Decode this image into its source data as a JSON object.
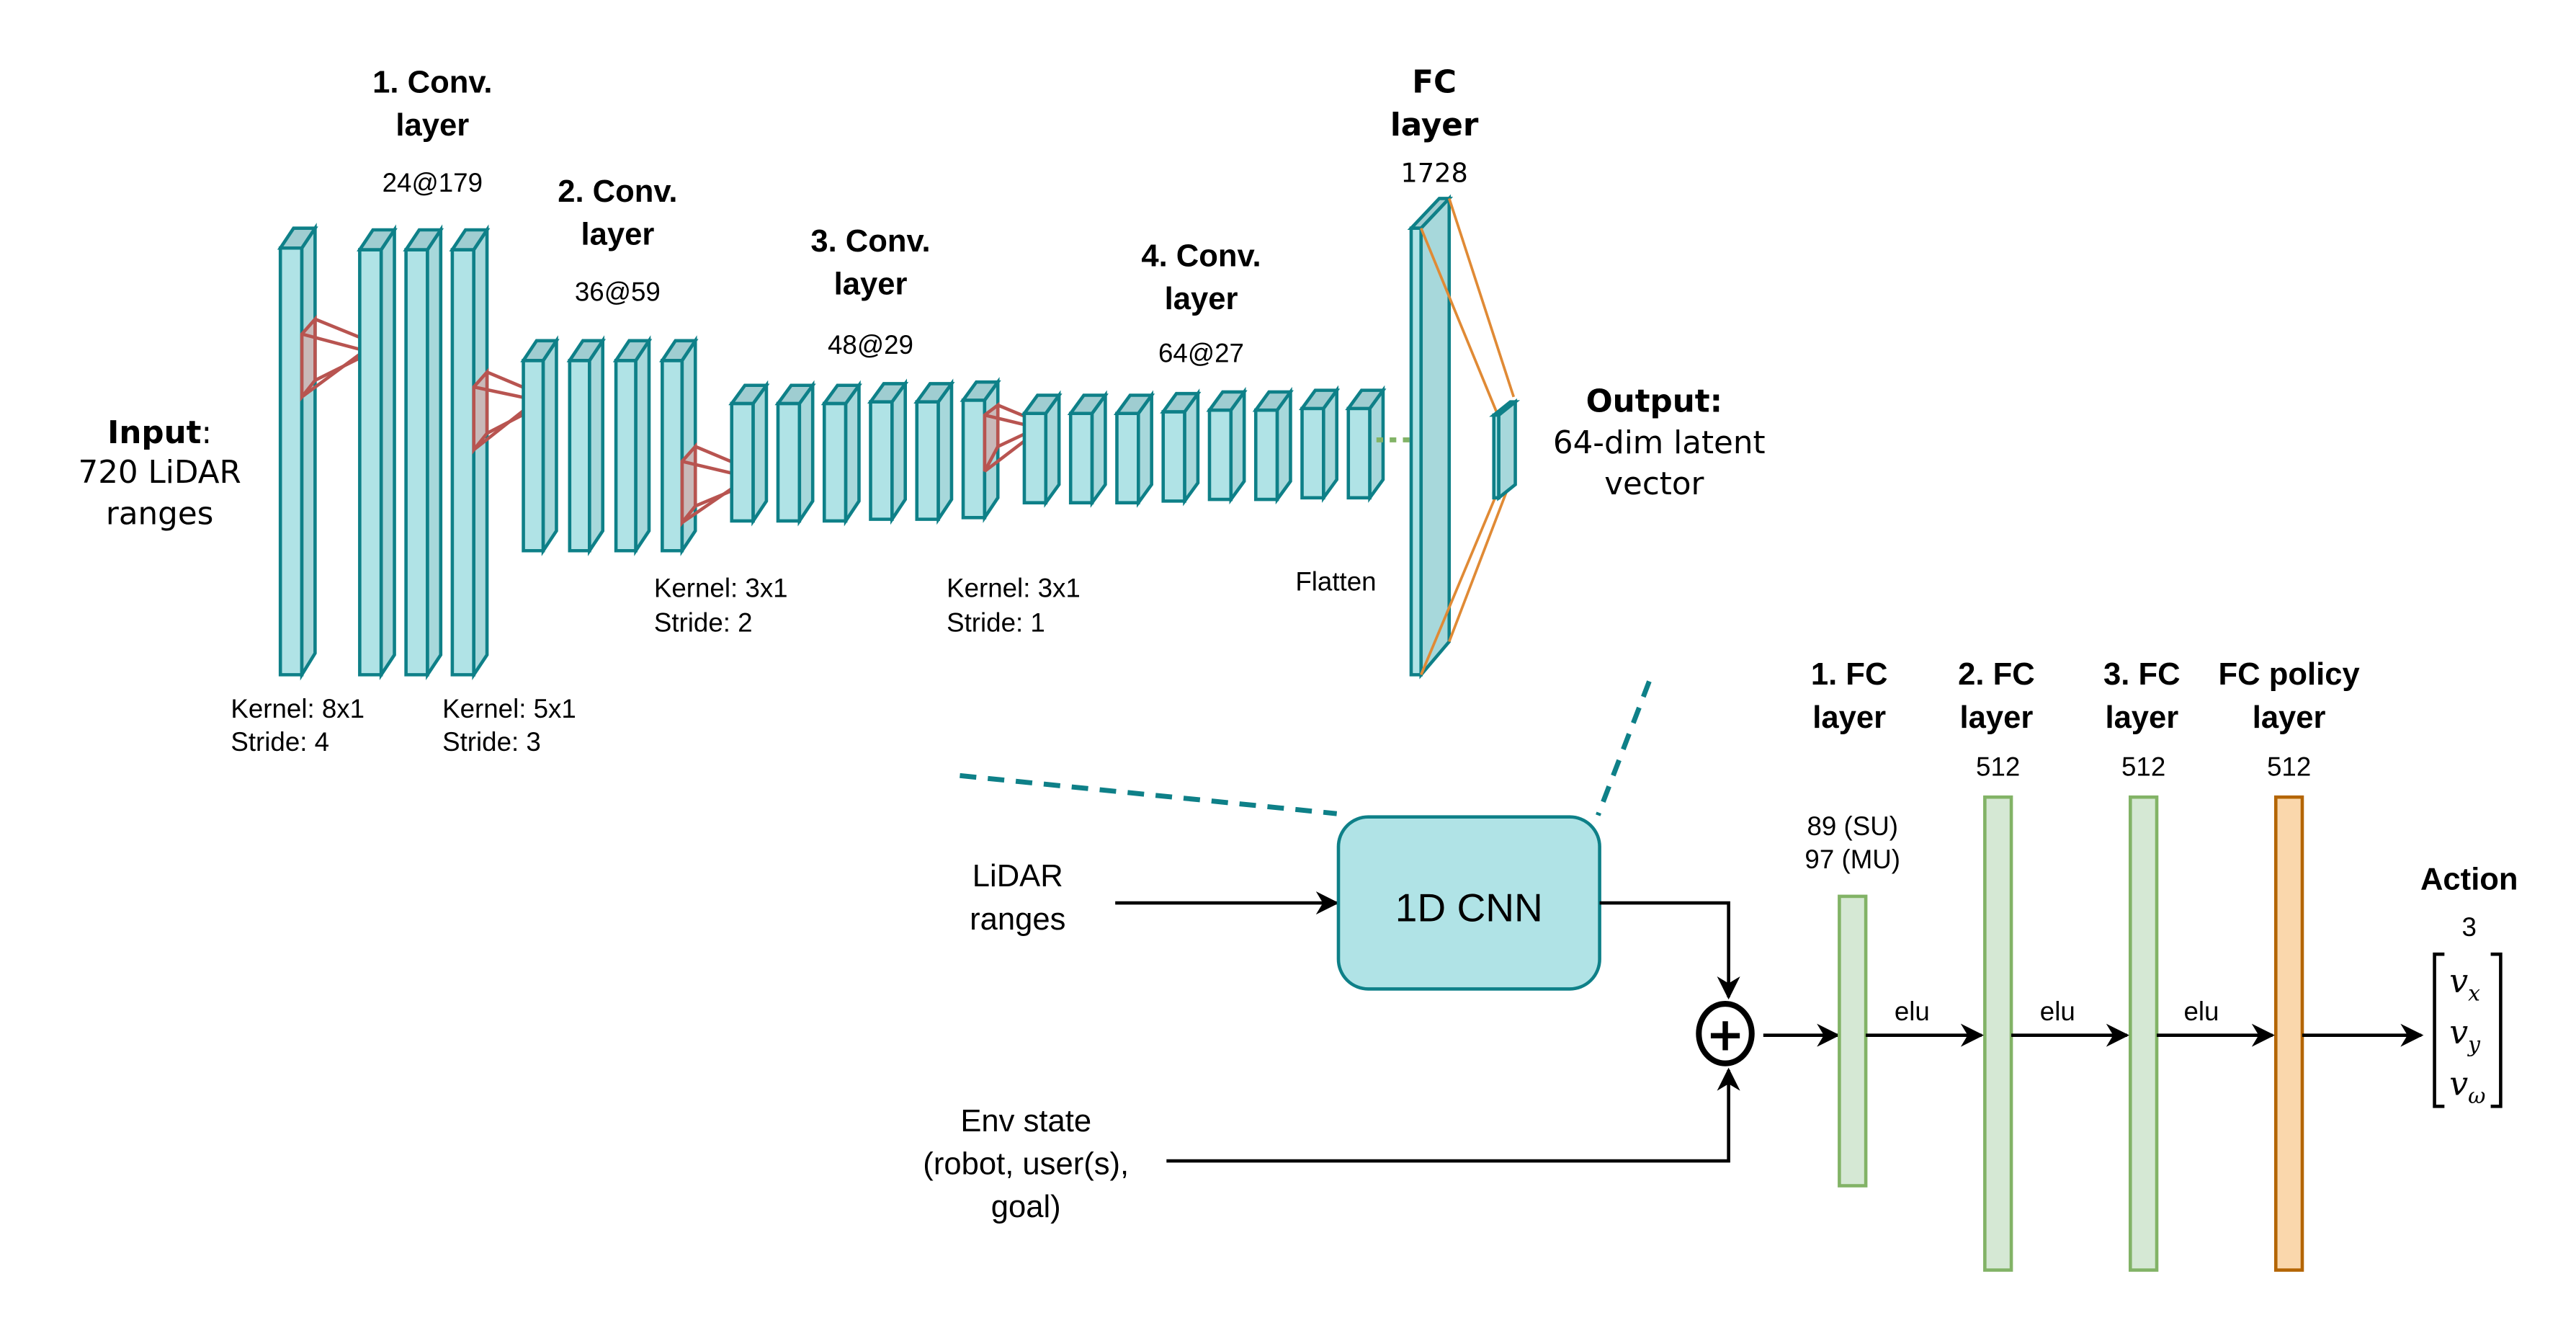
{
  "cnn": {
    "input": {
      "title": "Input",
      "colon": ":",
      "line1": "720 LiDAR",
      "line2": "ranges"
    },
    "layers": [
      {
        "title1": "1. Conv.",
        "title2": "layer",
        "shape": "24@179",
        "kernel": "Kernel: 8x1",
        "stride": "Stride: 4"
      },
      {
        "title1": "2. Conv.",
        "title2": "layer",
        "shape": "36@59",
        "kernel": "Kernel: 5x1",
        "stride": "Stride: 3"
      },
      {
        "title1": "3. Conv.",
        "title2": "layer",
        "shape": "48@29",
        "kernel": "Kernel: 3x1",
        "stride": "Stride: 2"
      },
      {
        "title1": "4. Conv.",
        "title2": "layer",
        "shape": "64@27",
        "kernel": "Kernel: 3x1",
        "stride": "Stride: 1"
      }
    ],
    "flatten_label": "Flatten",
    "fc": {
      "title1": "FC",
      "title2": "layer",
      "size": "1728"
    },
    "output": {
      "title": "Output:",
      "line1": "64-dim latent",
      "line2": "vector"
    }
  },
  "pipeline": {
    "lidar_input": {
      "line1": "LiDAR",
      "line2": "ranges"
    },
    "cnn_block": "1D CNN",
    "env_input": {
      "line1": "Env state",
      "line2": "(robot, user(s),",
      "line3": "goal)"
    },
    "concat_symbol": "+",
    "fc_layers": [
      {
        "title1": "1. FC",
        "title2": "layer",
        "size_line1": "89 (SU)",
        "size_line2": "97 (MU)"
      },
      {
        "title1": "2. FC",
        "title2": "layer",
        "size_line1": "512"
      },
      {
        "title1": "3. FC",
        "title2": "layer",
        "size_line1": "512"
      },
      {
        "title1": "FC policy",
        "title2": "layer",
        "size_line1": "512"
      }
    ],
    "activations": [
      "elu",
      "elu",
      "elu"
    ],
    "action": {
      "title": "Action",
      "size": "3",
      "components": [
        "v",
        "v",
        "v"
      ],
      "subscripts": [
        "x",
        "y",
        "ω"
      ]
    }
  },
  "colors": {
    "conv_stroke": "#0e8088",
    "conv_fill": "#b0e3e6",
    "kernel_stroke": "#b85450",
    "fc_connection": "#e08a35",
    "fc_hidden_fill": "#d5e8d4",
    "fc_hidden_stroke": "#82b366",
    "policy_fill": "#fad7ac",
    "policy_stroke": "#b46504"
  }
}
